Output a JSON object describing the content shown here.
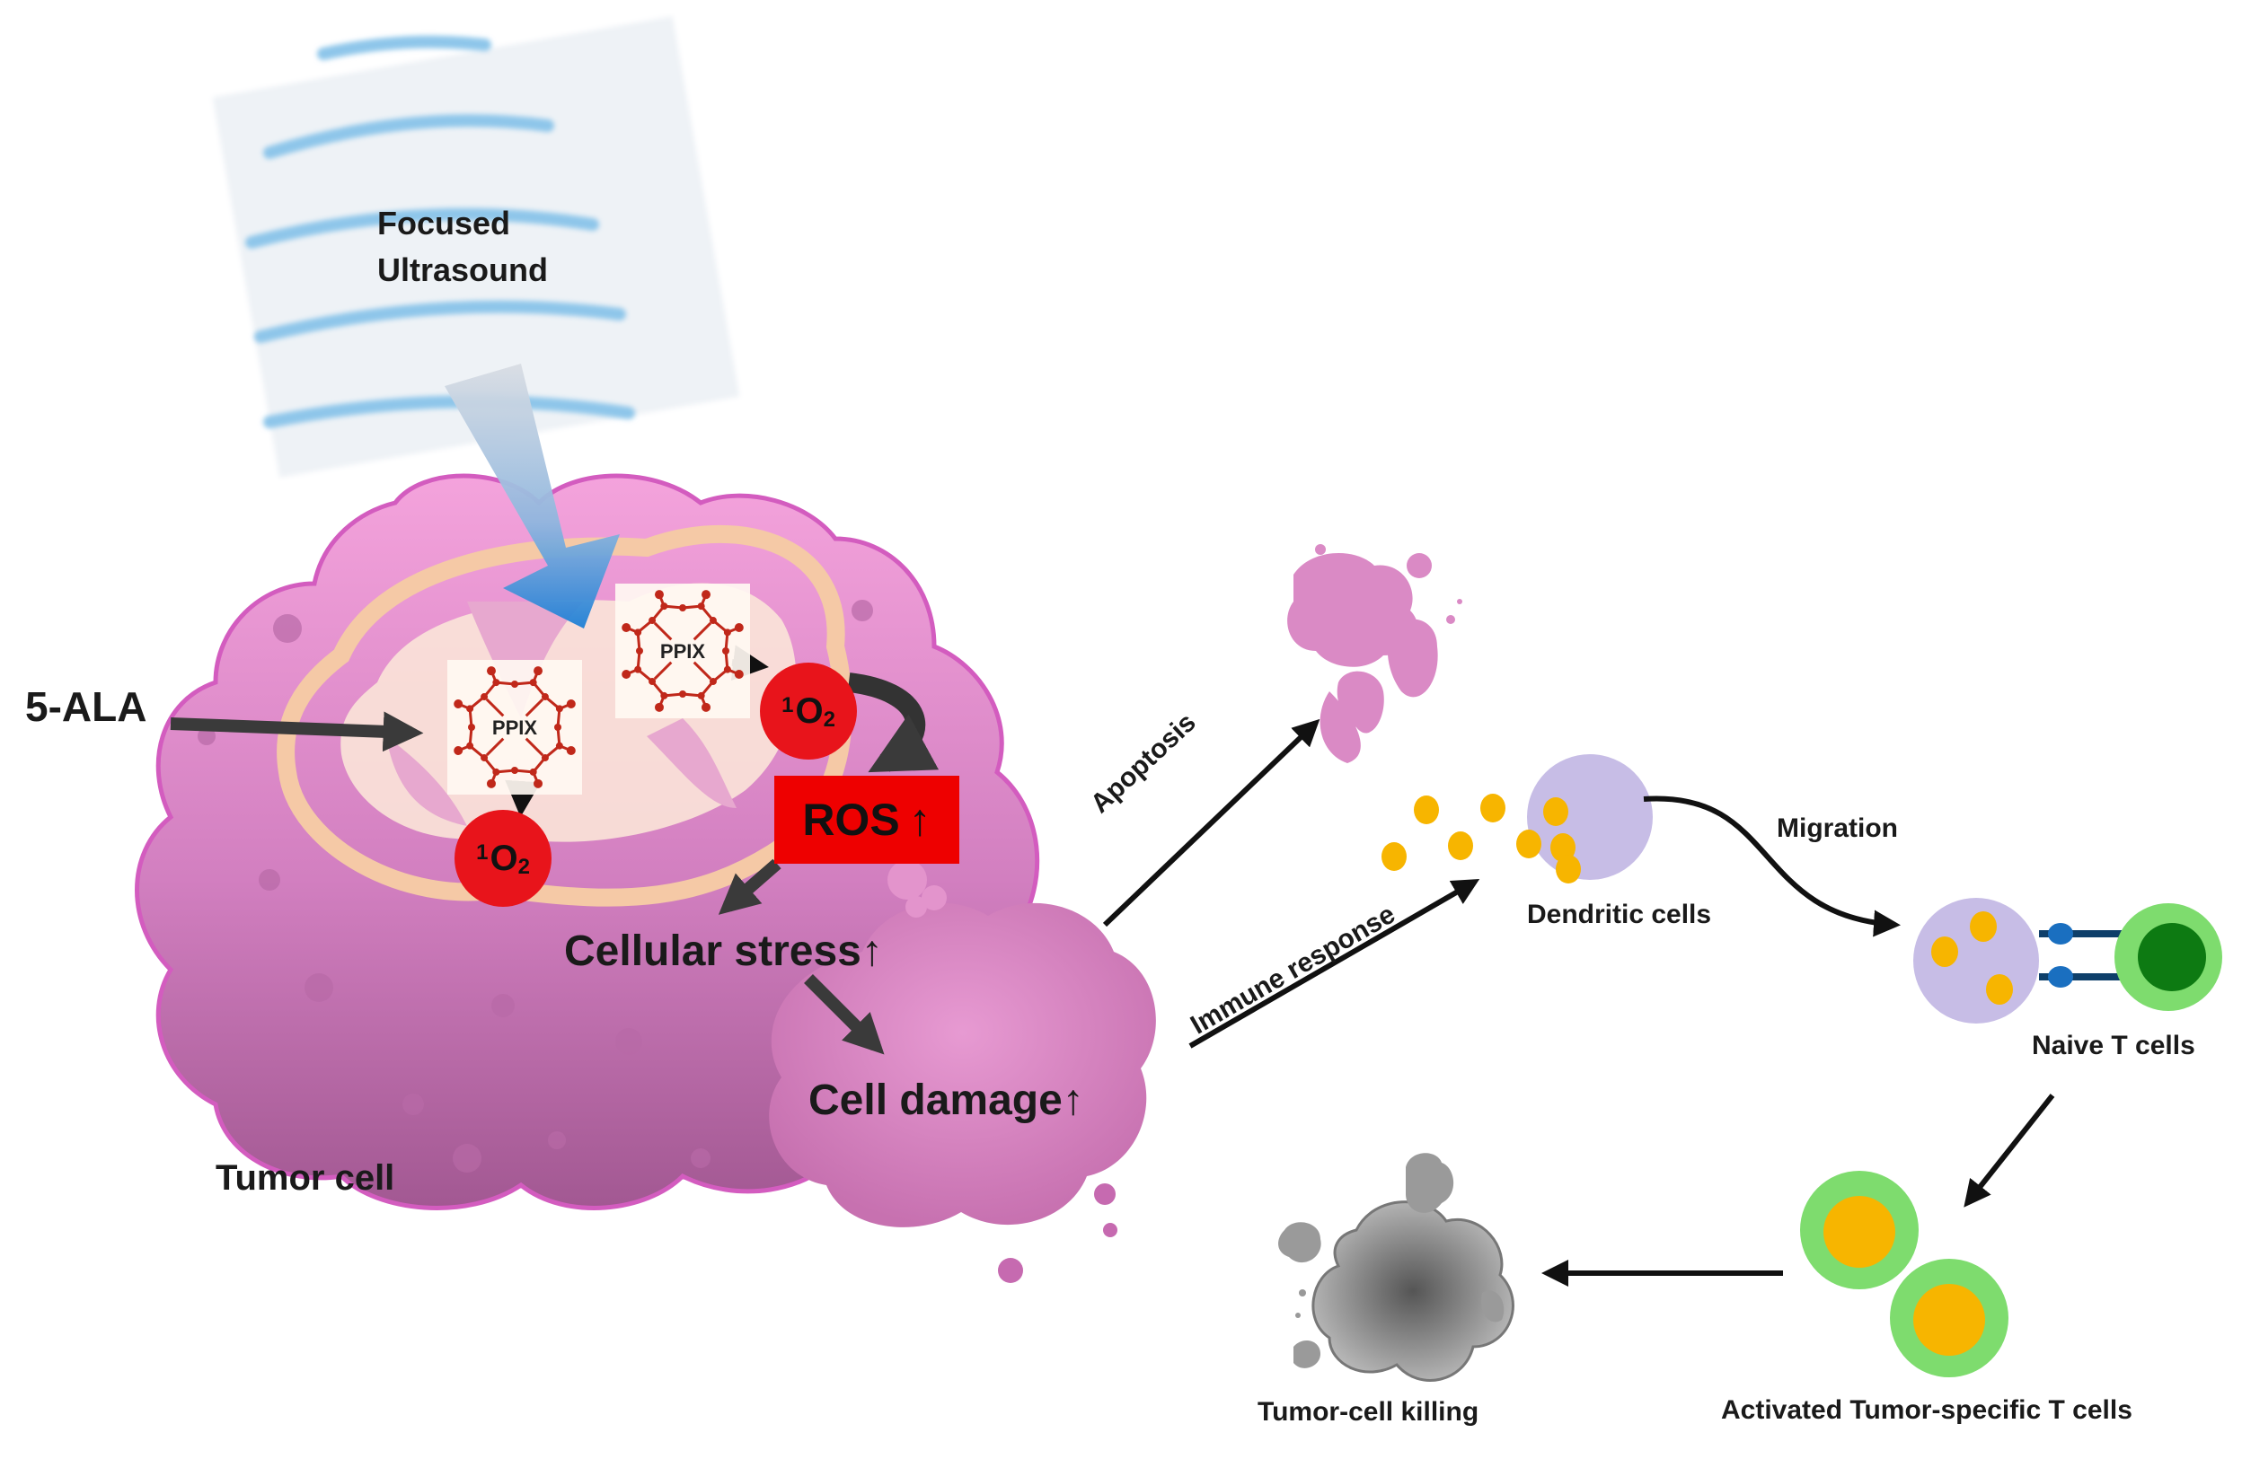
{
  "labels": {
    "focused_ultrasound_line1": "Focused",
    "focused_ultrasound_line2": "Ultrasound",
    "five_ala": "5-ALA",
    "ppix": "PPIX",
    "singlet_oxygen_sup": "1",
    "singlet_oxygen_o": "O",
    "singlet_oxygen_sub": "2",
    "ros": "ROS",
    "cellular_stress": "Cellular stress",
    "cell_damage": "Cell damage",
    "tumor_cell": "Tumor cell",
    "apoptosis": "Apoptosis",
    "immune_response": "Immune response",
    "dendritic_cells": "Dendritic cells",
    "migration": "Migration",
    "naive_t_cells": "Naive T cells",
    "activated_t_cells": "Activated Tumor-specific T cells",
    "tumor_cell_killing": "Tumor-cell killing"
  },
  "colors": {
    "tumor_top": "#f29ad8",
    "tumor_bottom": "#a85e96",
    "mito_membrane": "#f5c9a6",
    "mito_inner": "#fbe6dc",
    "ppix_red": "#c0281a",
    "o2_red": "#e8141b",
    "ros_red": "#ee0000",
    "dendritic": "#c7bde6",
    "granule": "#f7b500",
    "t_outer": "#7edc6e",
    "t_inner_naive": "#0d7a12",
    "receptor_blue": "#1a6fc0",
    "dead_cell_gray": "#888888"
  }
}
